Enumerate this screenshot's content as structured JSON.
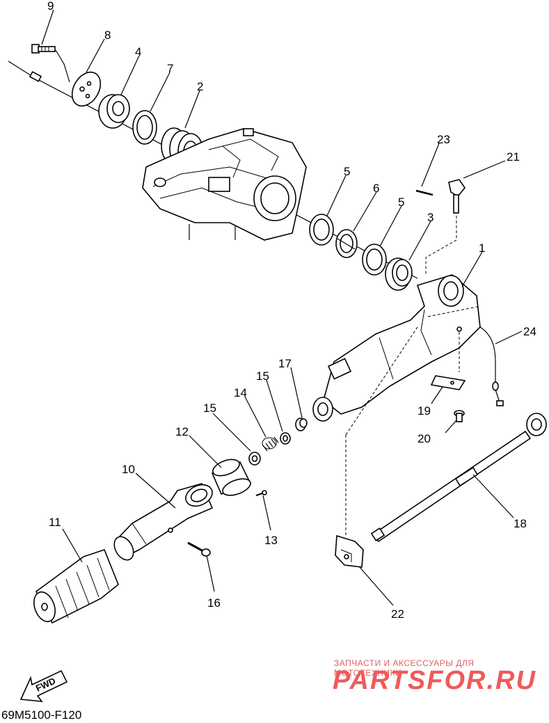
{
  "callouts": [
    "9",
    "8",
    "4",
    "7",
    "2",
    "23",
    "21",
    "5",
    "6",
    "5",
    "3",
    "1",
    "24",
    "17",
    "15",
    "14",
    "15",
    "12",
    "10",
    "11",
    "13",
    "16",
    "19",
    "20",
    "18",
    "22"
  ],
  "fwd_label": "FWD",
  "diagram_code": "69M5100-F120",
  "watermark": {
    "subtitle": "ЗАПЧАСТИ И АКСЕССУАРЫ ДЛЯ МОТОТЕХНИКИ",
    "logo": "PARTSFOR.RU"
  }
}
